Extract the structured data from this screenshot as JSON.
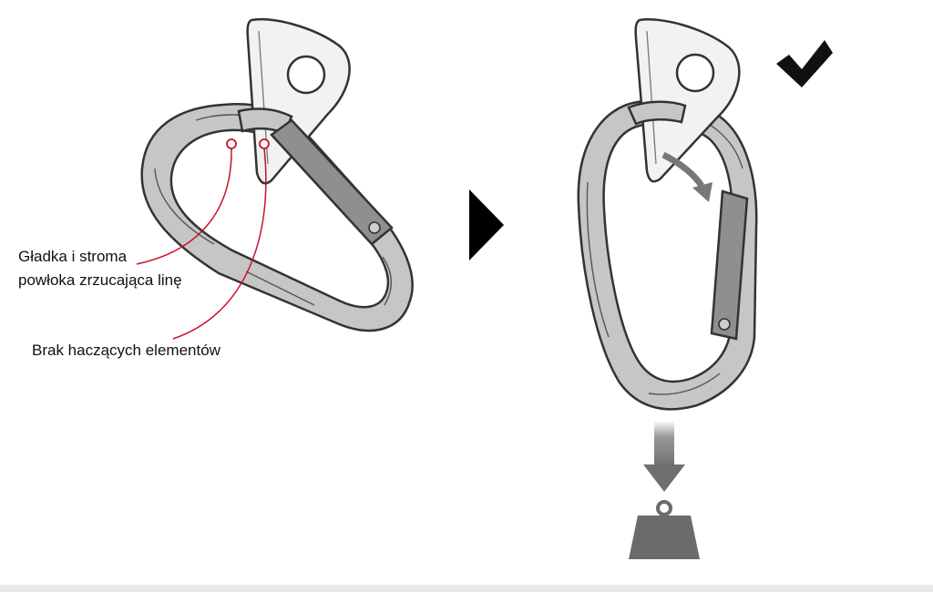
{
  "callouts": {
    "smooth_nose_line1": "Gładka i stroma",
    "smooth_nose_line2": "powłoka zrzucająca linę",
    "no_snag": "Brak haczących elementów"
  },
  "icons": {
    "next_step": "triangle-arrow-icon",
    "correct": "checkmark-icon",
    "load": "weight-icon",
    "direction": "down-arrow-icon"
  },
  "colors": {
    "callout_line": "#c8102e",
    "carabiner_fill": "#c6c6c6",
    "carabiner_stroke": "#333333",
    "gate_fill": "#8f8f8f",
    "hanger_fill": "#f2f2f2",
    "weight_fill": "#6b6b6b",
    "arrow_fill": "#6f6f6f",
    "check_color": "#111111"
  }
}
